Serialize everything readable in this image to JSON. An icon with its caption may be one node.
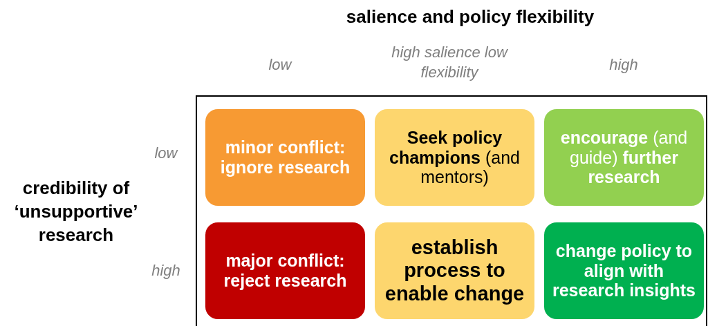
{
  "diagram": {
    "nodes": [
      {
        "text": [
          "minor conflict: ignore research"
        ]
      },
      {
        "text": [
          "**Seek policy champions** (and mentors)"
        ]
      },
      {
        "text": [
          "**encourage** (and guide) **further research**"
        ]
      },
      {
        "text": [
          "major conflict: reject research"
        ]
      },
      {
        "text": [
          "establish process to enable change"
        ]
      },
      {
        "text": [
          "change policy to align with research insights"
        ]
      }
    ],
    "edges": [],
    "labels": [
      "salience and policy flexibility",
      "low",
      "high salience low flexibility",
      "high",
      "low",
      "credibility of ‘unsupportive’ research",
      "high"
    ]
  }
}
